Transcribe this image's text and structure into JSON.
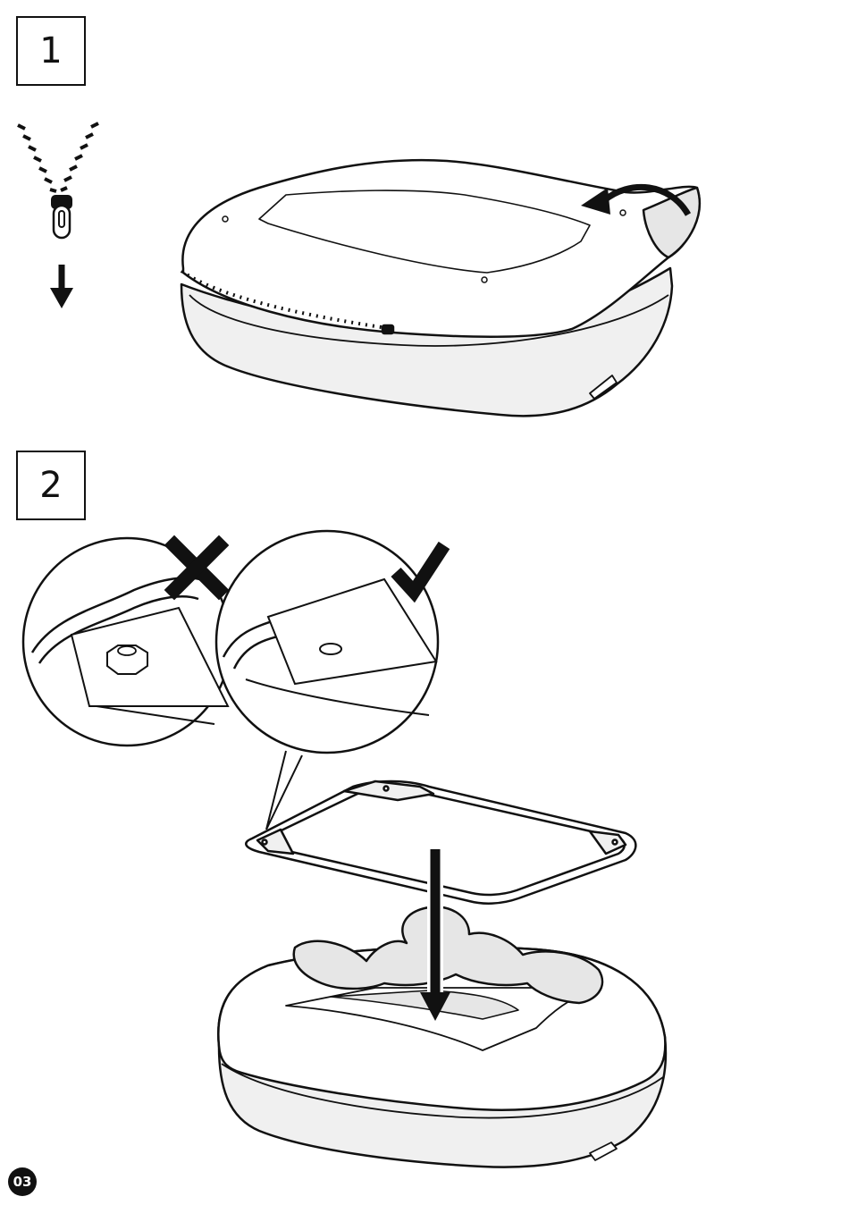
{
  "steps": [
    {
      "number": "1"
    },
    {
      "number": "2"
    }
  ],
  "page": {
    "number": "03"
  },
  "icons": {
    "zipper": "zipper-open-icon",
    "down_arrow": "arrow-down-icon",
    "curved_arrow": "curved-arrow-icon",
    "wrong": "cross-mark-icon",
    "correct": "check-mark-icon"
  },
  "colors": {
    "ink": "#111111",
    "shade": "#e6e6e6",
    "paper": "#ffffff"
  }
}
